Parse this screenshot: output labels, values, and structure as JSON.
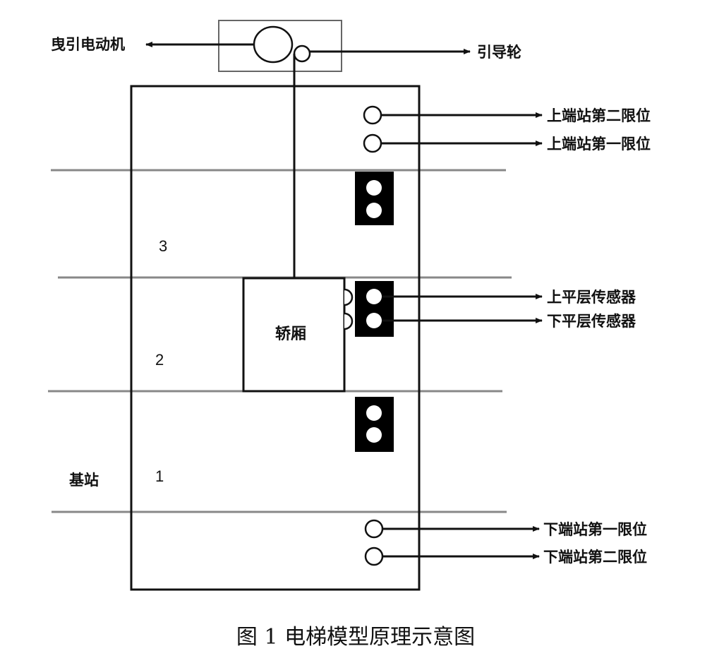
{
  "labels": {
    "traction_motor": "曳引电动机",
    "guide_wheel": "引导轮",
    "upper_limit_2": "上端站第二限位",
    "upper_limit_1": "上端站第一限位",
    "upper_level_sensor": "上平层传感器",
    "lower_level_sensor": "下平层传感器",
    "car": "轿厢",
    "base_station": "基站",
    "lower_limit_1": "下端站第一限位",
    "lower_limit_2": "下端站第二限位"
  },
  "floors": [
    "3",
    "2",
    "1"
  ],
  "caption": "图 1  电梯模型原理示意图",
  "colors": {
    "line": "#111111",
    "floor_line": "#888888",
    "box_border": "#666666",
    "sensor_block": "#000000"
  }
}
